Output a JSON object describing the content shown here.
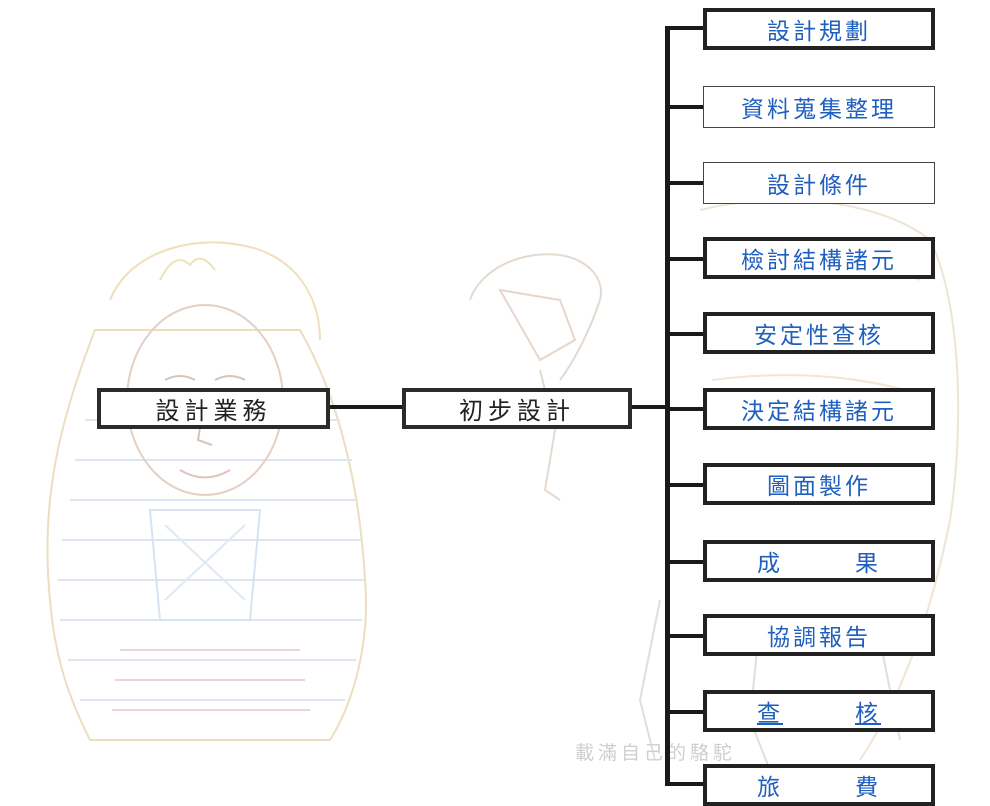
{
  "diagram": {
    "root": {
      "label": "設計業務"
    },
    "phase": {
      "label": "初步設計"
    },
    "tasks": [
      {
        "label": "設計規劃",
        "parts": []
      },
      {
        "label": "資料蒐集整理",
        "parts": []
      },
      {
        "label": "設計條件",
        "parts": []
      },
      {
        "label": "檢討結構諸元",
        "parts": []
      },
      {
        "label": "安定性查核",
        "parts": []
      },
      {
        "label": "決定結構諸元",
        "parts": []
      },
      {
        "label": "圖面製作",
        "parts": []
      },
      {
        "label": "成　果",
        "parts": [
          "成",
          "果"
        ]
      },
      {
        "label": "協調報告",
        "parts": []
      },
      {
        "label": "查　核",
        "parts": [
          "查",
          "核"
        ]
      },
      {
        "label": "旅　費",
        "parts": [
          "旅",
          "費"
        ]
      }
    ],
    "colors": {
      "line": "#1a1a1a",
      "root_text": "#222222",
      "task_text": "#1f5fbf",
      "box_border": "#222222"
    }
  },
  "background": {
    "caption": "載滿自己的駱駝",
    "images": [
      "pharaoh-mask-sketch",
      "camel-sketch"
    ]
  }
}
